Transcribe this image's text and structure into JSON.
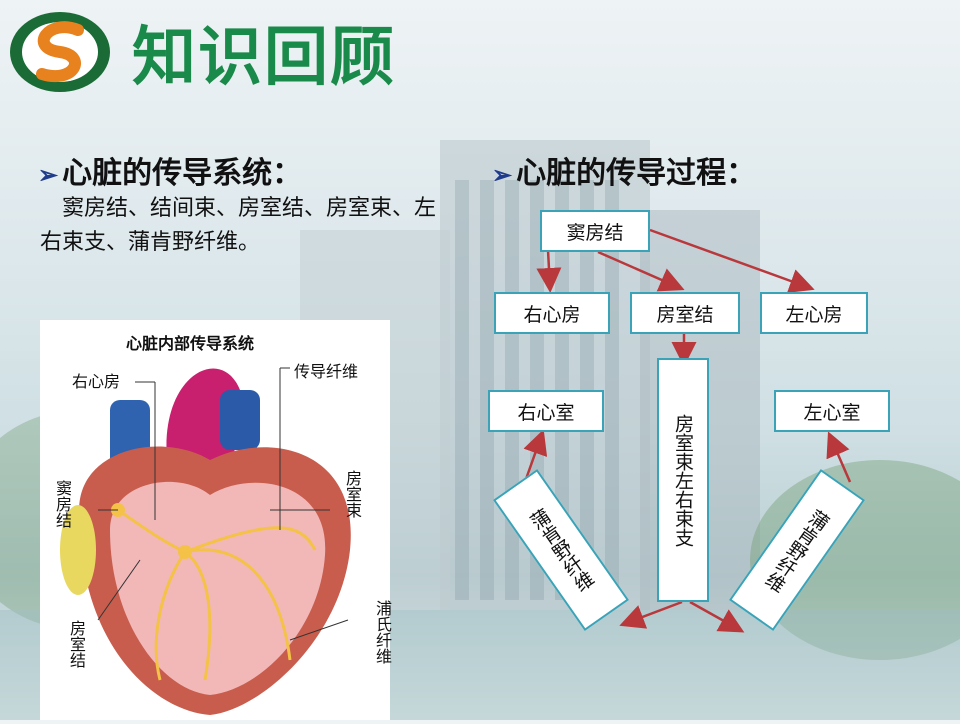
{
  "title": "知识回顾",
  "left_section": {
    "heading": "心脏的传导系统：",
    "body": "　窦房结、结间束、房室结、房室束、左右束支、蒲肯野纤维。"
  },
  "right_section": {
    "heading": "心脏的传导过程："
  },
  "heart_figure": {
    "caption": "心脏内部传导系统",
    "labels": {
      "right_atrium": "右心房",
      "conduction_fiber": "传导纤维",
      "sa_node": "窦房结",
      "av_bundle": "房室束",
      "av_node": "房室结",
      "purkinje": "浦氏纤维"
    }
  },
  "flow": {
    "sa_node": "窦房结",
    "right_atrium": "右心房",
    "av_node": "房室结",
    "left_atrium": "左心房",
    "av_bundle_branches": "房室束左右束支",
    "right_ventricle": "右心室",
    "left_ventricle": "左心室",
    "purkinje_left": "蒲肯野纤维",
    "purkinje_right": "蒲肯野纤维"
  },
  "colors": {
    "title_green": "#1a8a4a",
    "box_border": "#3aa3b8",
    "arrow_red": "#b8383c",
    "bullet_blue": "#1f3b8c"
  },
  "icons": {
    "bullet": "arrow-bullet-icon",
    "logo": "s-logo-icon"
  }
}
